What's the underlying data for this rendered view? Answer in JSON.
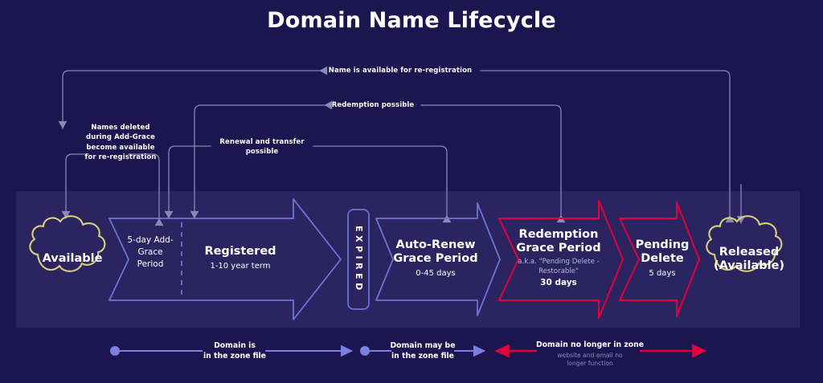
{
  "page": {
    "title": "Domain Name Lifecycle",
    "bg_color": "#1d1550",
    "panel_color": "#2b2461",
    "blue": "#6e74d8",
    "red": "#e3003c",
    "gold": "#d9cf7a",
    "line": "#9b98c4"
  },
  "annotations": [
    {
      "id": "re-registration",
      "text": "Name is available for re-registration"
    },
    {
      "id": "redemption",
      "text": "Redemption possible"
    },
    {
      "id": "renewal",
      "text": "Renewal and transfer possible"
    },
    {
      "id": "add-grace",
      "text": "Names deleted during Add-Grace become available for re-registration"
    }
  ],
  "stages": {
    "available": {
      "label": "Available"
    },
    "add_grace": {
      "label": "5-day Add-Grace Period"
    },
    "registered": {
      "label": "Registered",
      "sub": "1-10 year term"
    },
    "expired": {
      "label": "EXPIRED"
    },
    "auto_renew": {
      "label": "Auto-Renew Grace Period",
      "sub": "0-45 days"
    },
    "redemption": {
      "label": "Redemption Grace Period",
      "aka": "a.k.a. \"Pending Delete - Restorable\"",
      "days": "30 days"
    },
    "pending_delete": {
      "label": "Pending Delete",
      "days": "5 days"
    },
    "released": {
      "label": "Released (Available)"
    }
  },
  "legend": [
    {
      "id": "in-zone",
      "title": "Domain is\nin the  zone file",
      "note": ""
    },
    {
      "id": "may-be-in-zone",
      "title": "Domain may be\nin the zone file",
      "note": ""
    },
    {
      "id": "no-longer-in-zone",
      "title": "Domain no longer in zone",
      "note": "website and email no\nlonger function"
    }
  ]
}
